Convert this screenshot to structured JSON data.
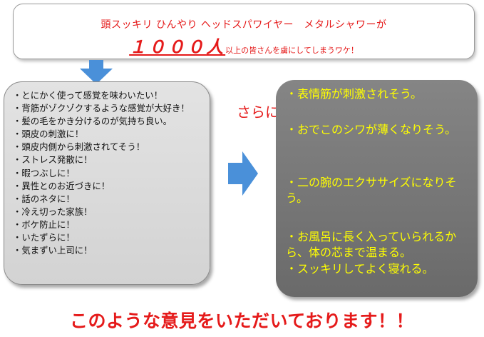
{
  "header": {
    "line1": "頭スッキリ ひんやり ヘッドスパワイヤー　メタルシャワーが",
    "count": "１０００人",
    "line2_suffix": "以上の皆さんを虜にしてしまうワケ！"
  },
  "left_panel": {
    "items": [
      "・とにかく使って感覚を味わいたい！",
      "・背筋がゾクゾクするような感覚が大好き！",
      "・髪の毛をかき分けるのが気持ち良い。",
      "・頭皮の刺激に！",
      "・頭皮内側から刺激されてそう！",
      "・ストレス発散に！",
      "・暇つぶしに！",
      "・異性とのお近づきに！",
      "・話のネタに！",
      "・冷え切った家族！",
      "・ボケ防止に！",
      "・いたずらに！",
      "・気まずい上司に！"
    ]
  },
  "connector": {
    "label": "さらに"
  },
  "right_panel": {
    "items": [
      "・表情筋が刺激されそう。",
      "・おでこのシワが薄くなりそう。",
      "・二の腕のエクササイズになりそう。",
      "・お風呂に長く入っていられるから、体の芯まで温まる。",
      "・スッキリしてよく寝れる。"
    ]
  },
  "footer": {
    "banner": "このような意見をいただいております！！"
  },
  "colors": {
    "accent_red": "#e51a1a",
    "arrow_blue": "#4a90d9",
    "right_text": "#ffff00"
  }
}
